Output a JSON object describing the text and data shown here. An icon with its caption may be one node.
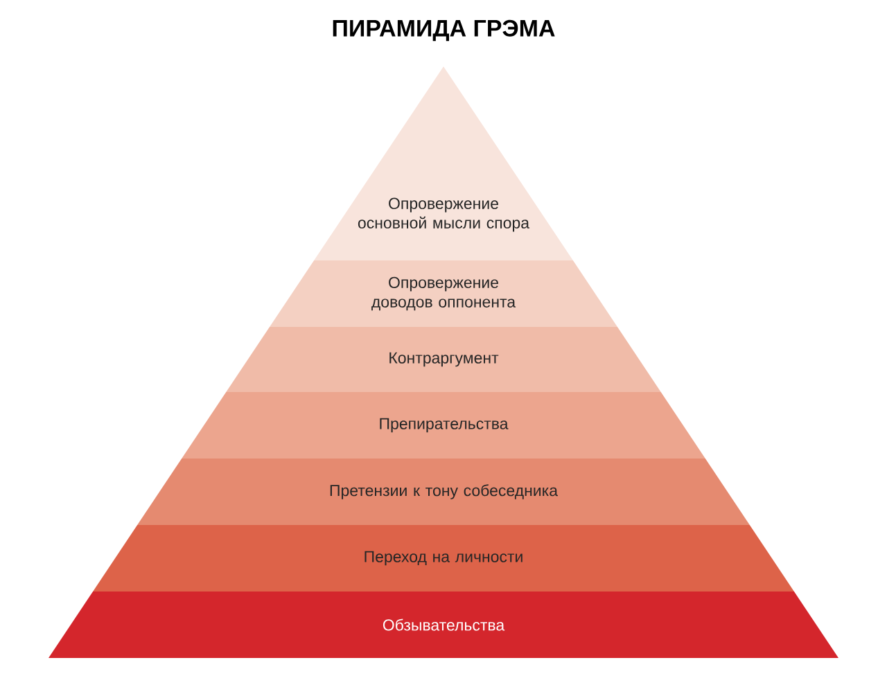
{
  "diagram": {
    "title": "ПИРАМИДА ГРЭМА",
    "nodes": [
      {
        "text": [
          "Опровержение основной мысли спора"
        ]
      },
      {
        "text": [
          "Опровержение доводов оппонента"
        ]
      },
      {
        "text": [
          "Контраргумент"
        ]
      },
      {
        "text": [
          "Препирательства"
        ]
      },
      {
        "text": [
          "Претензии к тону собеседника"
        ]
      },
      {
        "text": [
          "Переход на личности"
        ]
      },
      {
        "text": [
          "Обзывательства"
        ]
      }
    ]
  }
}
